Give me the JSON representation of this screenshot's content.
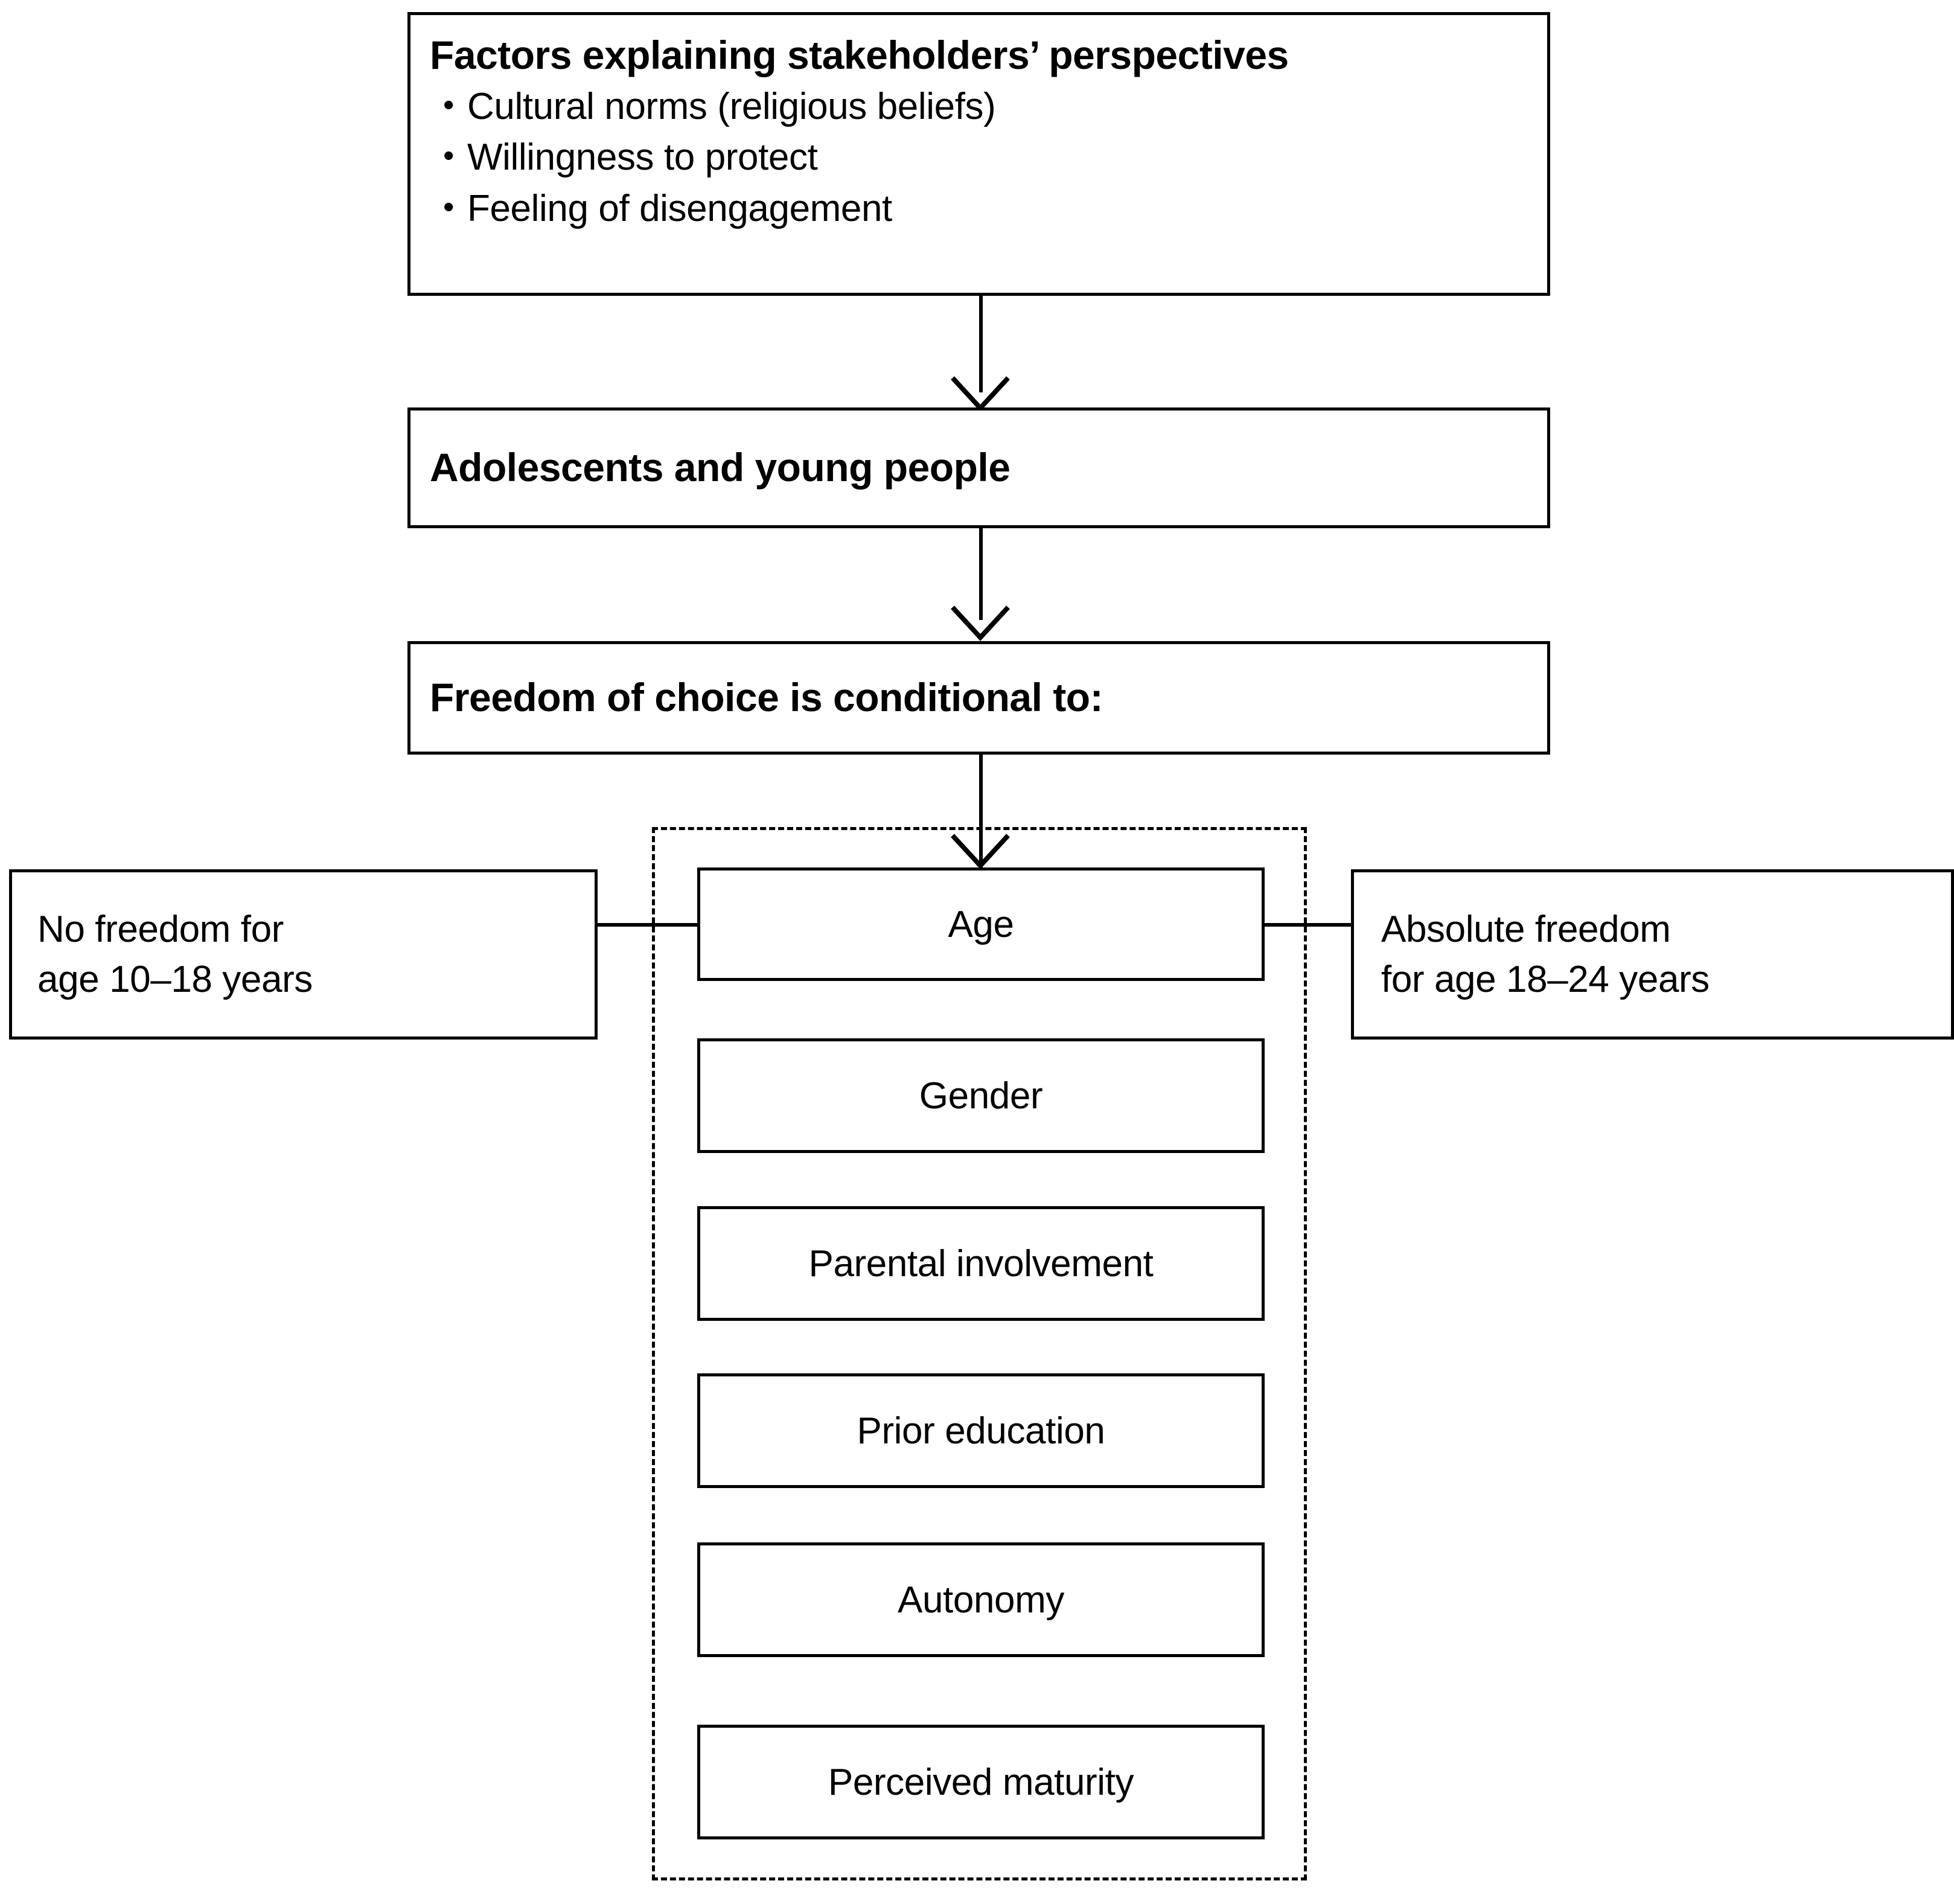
{
  "diagram": {
    "title": "Factors explaining stakeholders' perspectives framework",
    "stroke_color": "#000000",
    "background_color": "#ffffff"
  },
  "factors_box": {
    "heading": "Factors explaining stakeholders’ perspectives",
    "bullet_glyph": "•",
    "bullets": [
      "Cultural norms (religious beliefs)",
      "Willingness to protect",
      "Feeling of disengagement"
    ]
  },
  "stages": {
    "adolescents": "Adolescents and young people",
    "freedom": "Freedom of choice is conditional to:"
  },
  "conditions_group": {
    "border_style": "dashed",
    "items": [
      {
        "label": "Age"
      },
      {
        "label": "Gender"
      },
      {
        "label": "Parental involvement"
      },
      {
        "label": "Prior education"
      },
      {
        "label": "Autonomy"
      },
      {
        "label": "Perceived maturity"
      }
    ]
  },
  "outcomes": {
    "left": {
      "line1": "No freedom for",
      "line2": "age 10–18 years"
    },
    "right": {
      "line1": "Absolute freedom",
      "line2": "for age 18–24 years"
    }
  },
  "connectors": {
    "arrow_1": "factors-to-adolescents",
    "arrow_2": "adolescents-to-freedom",
    "arrow_3": "freedom-to-age",
    "link_left": "age-to-no-freedom",
    "link_right": "age-to-absolute-freedom"
  }
}
